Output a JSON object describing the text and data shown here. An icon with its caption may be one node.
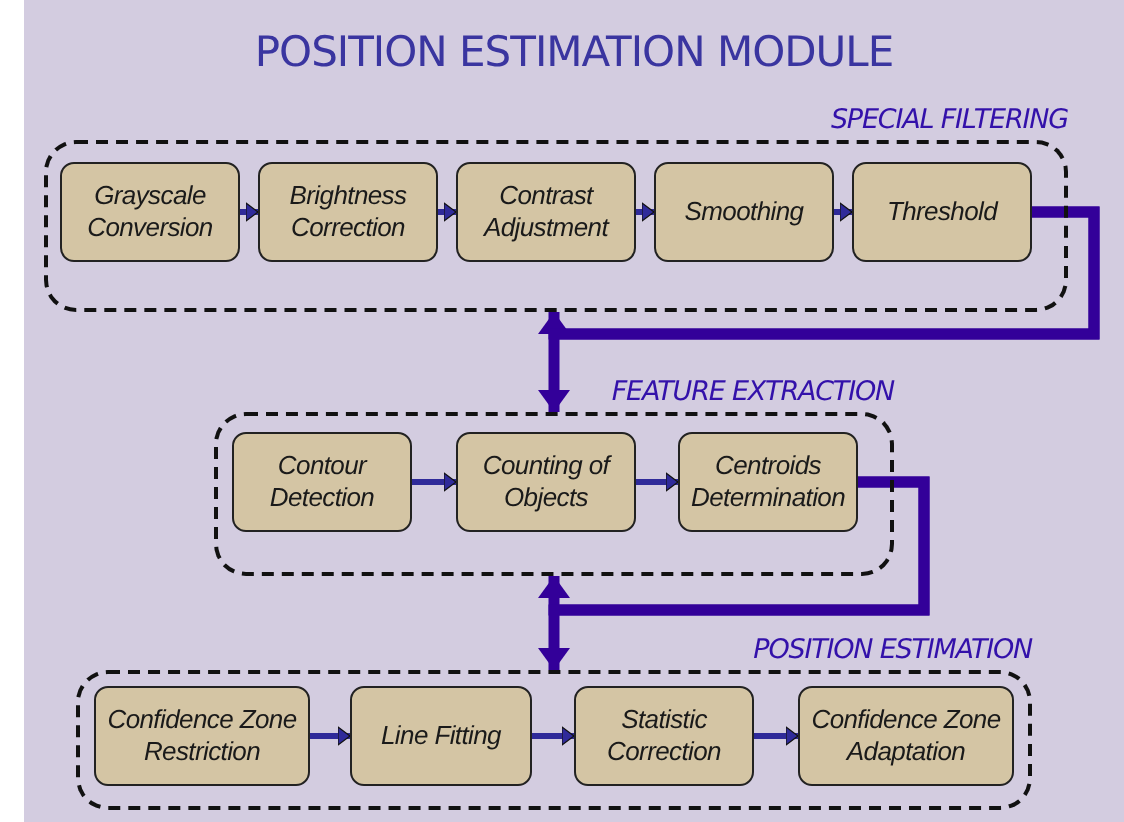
{
  "diagram": {
    "title": "POSITION ESTIMATION MODULE",
    "nodes": [
      {
        "text": [
          "SPECIAL FILTERING"
        ]
      },
      {
        "text": [
          "Grayscale Conversion"
        ],
        "in": 0
      },
      {
        "text": [
          "Brightness Correction"
        ],
        "in": 0
      },
      {
        "text": [
          "Contrast Adjustment"
        ],
        "in": 0
      },
      {
        "text": [
          "Smoothing"
        ],
        "in": 0
      },
      {
        "text": [
          "Threshold"
        ],
        "in": 0
      },
      {
        "text": [
          "FEATURE EXTRACTION"
        ]
      },
      {
        "text": [
          "Contour Detection"
        ],
        "in": 6
      },
      {
        "text": [
          "Counting of Objects"
        ],
        "in": 6
      },
      {
        "text": [
          "Centroids Determination"
        ],
        "in": 6
      },
      {
        "text": [
          "POSITION ESTIMATION"
        ]
      },
      {
        "text": [
          "Confidence Zone Restriction"
        ],
        "in": 10
      },
      {
        "text": [
          "Line Fitting"
        ],
        "in": 10
      },
      {
        "text": [
          "Statistic Correction"
        ],
        "in": 10
      },
      {
        "text": [
          "Confidence Zone Adaptation"
        ],
        "in": 10
      }
    ],
    "edges": [
      {
        "from": 1,
        "to": 2,
        "arrow": "to"
      },
      {
        "from": 2,
        "to": 3,
        "arrow": "to"
      },
      {
        "from": 3,
        "to": 4,
        "arrow": "to"
      },
      {
        "from": 4,
        "to": 5,
        "arrow": "to"
      },
      {
        "from": 5,
        "to": 0,
        "arrow": "to",
        "style": "thick",
        "color": "#330099"
      },
      {
        "from": 5,
        "to": 6,
        "arrow": "to",
        "style": "thick",
        "color": "#330099"
      },
      {
        "from": 7,
        "to": 8,
        "arrow": "to"
      },
      {
        "from": 8,
        "to": 9,
        "arrow": "to"
      },
      {
        "from": 9,
        "to": 6,
        "arrow": "to",
        "style": "thick",
        "color": "#330099"
      },
      {
        "from": 9,
        "to": 10,
        "arrow": "to",
        "style": "thick",
        "color": "#330099"
      },
      {
        "from": 11,
        "to": 12,
        "arrow": "to"
      },
      {
        "from": 12,
        "to": 13,
        "arrow": "to"
      },
      {
        "from": 13,
        "to": 14,
        "arrow": "to"
      }
    ]
  }
}
